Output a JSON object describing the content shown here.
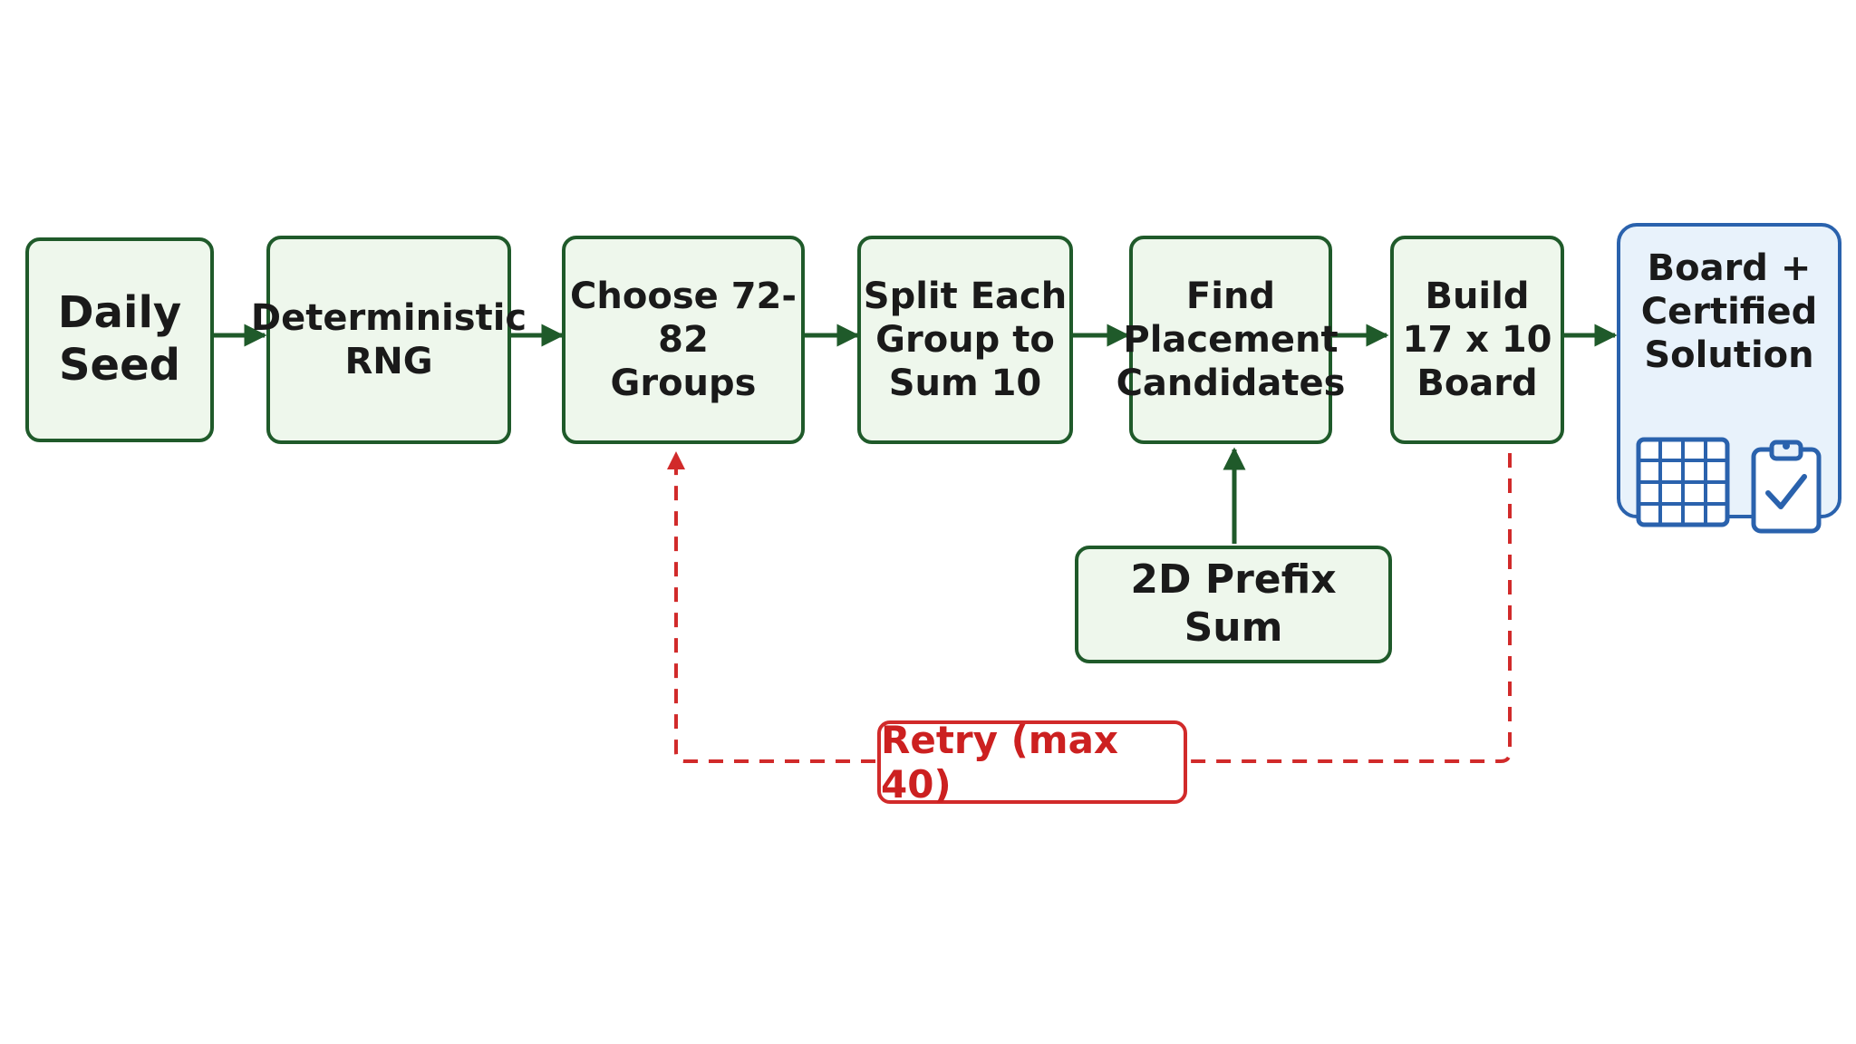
{
  "nodes": {
    "daily_seed": "Daily\nSeed",
    "deterministic_rng": "Deterministic\nRNG",
    "choose_groups": "Choose 72-82\nGroups",
    "split_groups": "Split Each\nGroup to\nSum 10",
    "find_candidates": "Find\nPlacement\nCandidates",
    "build_board": "Build\n17 x 10\nBoard",
    "output": "Board +\nCertified\nSolution",
    "prefix_sum": "2D Prefix Sum"
  },
  "retry": {
    "label": "Retry (max 40)"
  },
  "icons": {
    "grid": "grid-icon",
    "clipboard": "clipboard-check-icon"
  },
  "colors": {
    "green_border": "#1f5a2a",
    "green_fill": "#eef7ec",
    "blue_border": "#2a62ad",
    "blue_fill": "#e8f2fb",
    "red": "#d12a2a"
  }
}
